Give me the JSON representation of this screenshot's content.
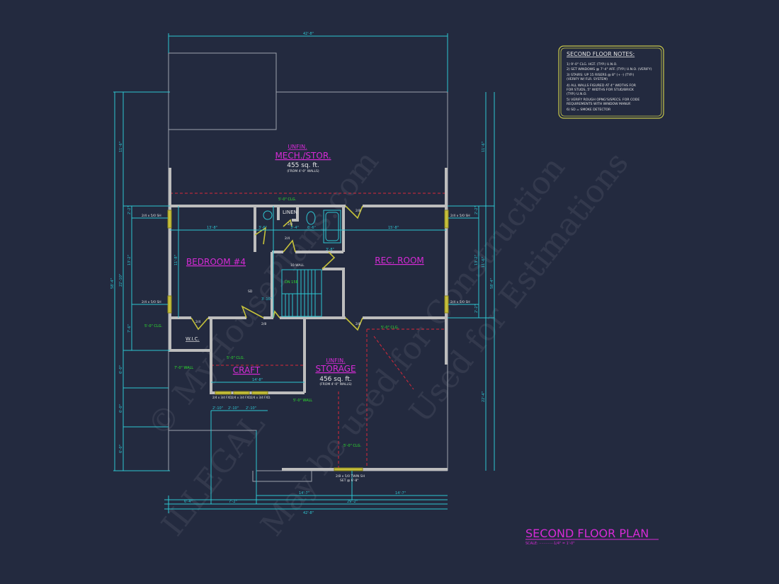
{
  "title": "SECOND FLOOR PLAN",
  "scale": "SCALE: ·············1/4\" = 1'-0\"",
  "notes": {
    "heading": "SECOND FLOOR NOTES:",
    "items": [
      "1) 9'-0\" CLG. HGT. (TYP.) U.N.O.",
      "2) SET WINDOWS @ 7'-4\" AFF. (TYP.) U.N.O. (VERIFY)",
      "3) STAIRS: UP 15 RISERS @ 8\" (+ -) (TYP.)",
      "   (VERIFY W/ FLR. SYSTEM)",
      "4) ALL WALLS FIGURED AT 4\" WIDTHS FOR",
      "   FOR STUDS, 5\" WIDTHS FOR STUD/BRICK",
      "   (TYP.) U.N.O.",
      "5) VERIFY ROUGH OPNG'S/SPECS. FOR CODE",
      "   REQUIREMENTS WITH WINDOW MANUF.",
      "6) SD = SMOKE DETECTOR"
    ]
  },
  "rooms": {
    "mech": {
      "prefix": "UNFIN.",
      "name": "MECH./STOR.",
      "area": "455 sq. ft.",
      "note": "(FROM 4'-0\" WALLS)"
    },
    "storage": {
      "prefix": "UNFIN.",
      "name": "STORAGE",
      "area": "456 sq. ft.",
      "note": "(FROM 4'-0\" WALLS)"
    },
    "bedroom": "BEDROOM #4",
    "rec": "REC. ROOM",
    "craft": "CRAFT",
    "wic": "W.I.C.",
    "linen": "LINEN"
  },
  "labels": {
    "clg_top": "5'-0\" CLG.",
    "clg_wic": "5'-0\" CLG.",
    "clg_craft": "5'-0\" CLG.",
    "clg_rec": "5'-0\" CLG.",
    "clg_storage": "5'-0\" CLG.",
    "wall_7": "7'-0\" WALL",
    "wall_5": "5'-0\" WALL",
    "wall_10": "10 WALL",
    "stair": "DN 15R",
    "sd": "SD",
    "door_28": "2/8",
    "door_24": "2/4",
    "door_20": "2/0",
    "win_l1": "2/4 x 5/0 SH",
    "win_l2": "2/4 x 5/0 SH",
    "win_r1": "2/4 x 5/0 SH",
    "win_r2": "2/4 x 5/0 SH",
    "win_fx1": "2/4 x 3/4 FXD.",
    "win_fx2": "2/4 x 3/4 FXD.",
    "win_fx3": "2/4 x 3/4 FXD.",
    "win_bottom1": "2/8 x 5/0 TWIN SH",
    "win_bottom2": "SET @ 6'-8\""
  },
  "dims": {
    "top": "42'-8\"",
    "bottom": "42'-8\"",
    "b_6_4": "6'-4\"",
    "b_7_2": "7'-2\"",
    "b_29_2": "29'-2\"",
    "b_14_7a": "14'-7\"",
    "b_14_7b": "14'-7\"",
    "l_overall": "58'-4\"",
    "l_11_6": "11'-6\"",
    "l_22_10": "22'-10\"",
    "l_2_2": "2'-2\"",
    "l_13_2": "13'-2\"",
    "l_7_6": "7'-6\"",
    "l_6_0a": "6'-0\"",
    "l_6_0b": "6'-0\"",
    "l_6_0c": "6'-0\"",
    "r_overall": "58'-4\"",
    "r_11_6a": "11'-6\"",
    "r_11_6b": "11'-6\"",
    "r_2_2a": "2'-2\"",
    "r_13_2": "13'-2\"",
    "r_2_2b": "2'-2\"",
    "r_22_4": "22'-4\"",
    "bed_w": "13'-8\"",
    "bed_h": "11'-8\"",
    "rec_w": "15'-8\"",
    "craft_w": "14'-8\"",
    "h_3_6": "3'-6\"",
    "h_3_4": "3'-4\"",
    "h_6_6": "6'-6\"",
    "h_3_8": "3'-8\"",
    "h_3_10": "3'-10\"",
    "fx_a": "2'-10\"",
    "fx_b": "2'-10\"",
    "fx_c": "2'-10\""
  },
  "watermark": [
    "© MyHousePlans.com",
    "ILLEGAL",
    "May be used for Construction",
    "Used for Estimations"
  ],
  "colors": {
    "background": "#232a3f",
    "dimension": "#2ec6d2",
    "room_label": "#d62ad6",
    "ceiling_note": "#2ee02e",
    "wall": "#bdbdbd",
    "notes_border": "#c8c84a"
  }
}
